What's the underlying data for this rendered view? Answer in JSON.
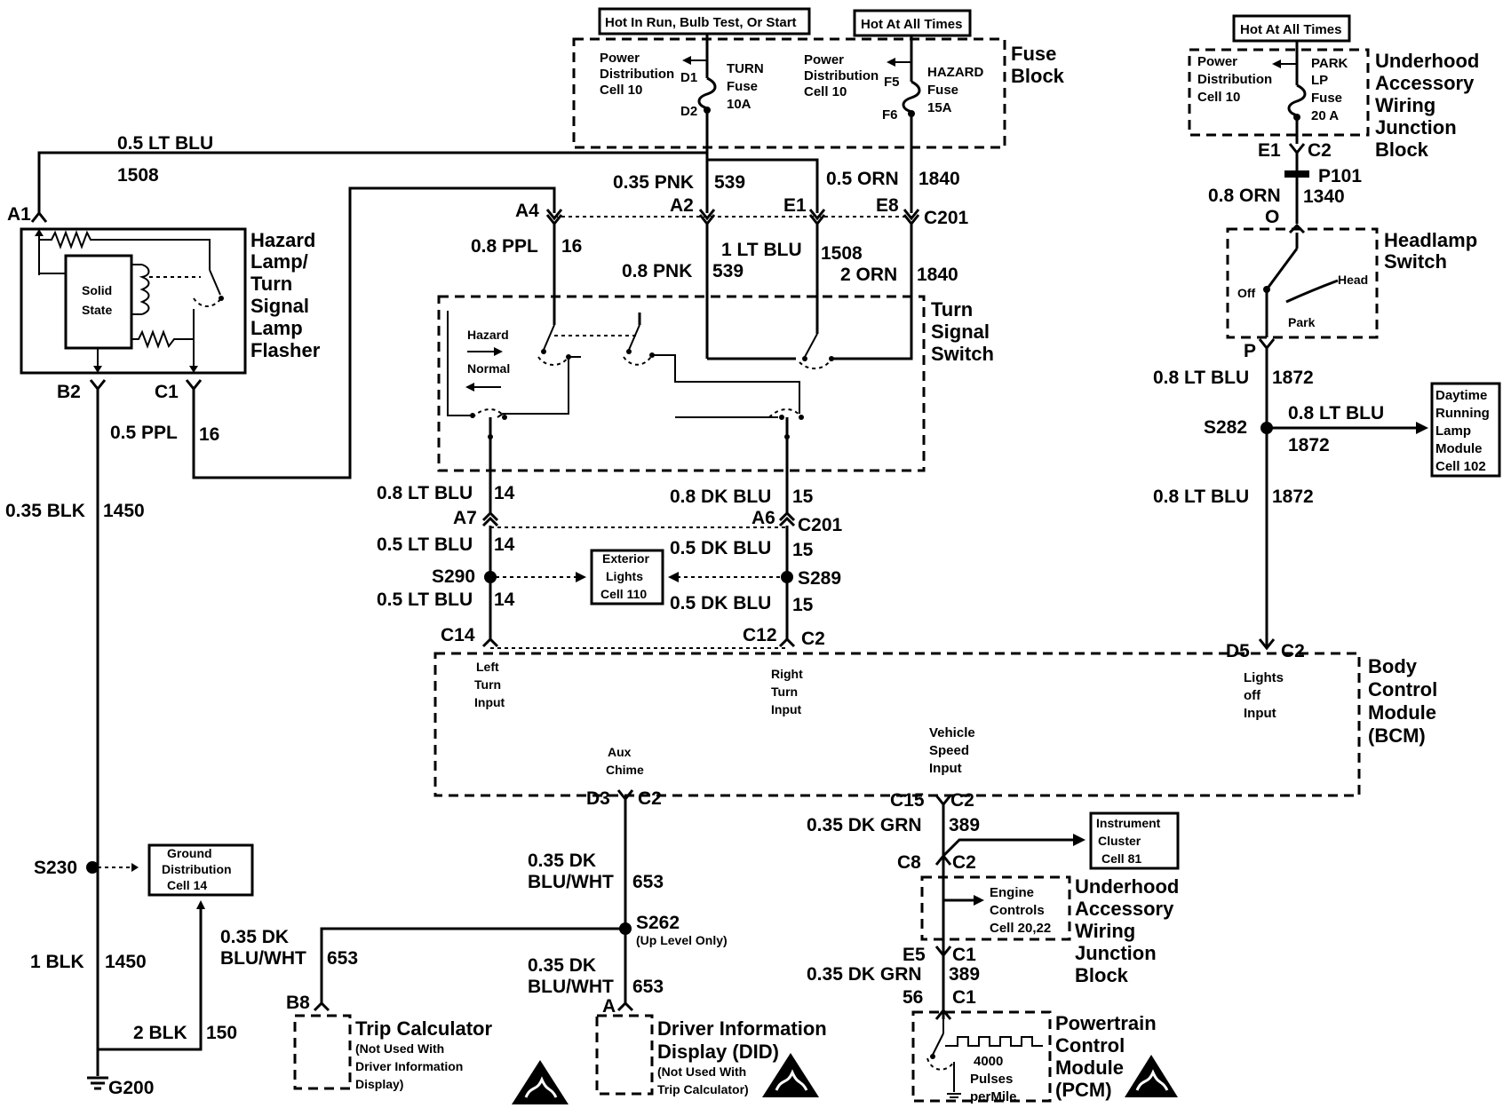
{
  "header": {
    "hot_run": "Hot In Run, Bulb Test, Or Start",
    "hot_all_1": "Hot At All Times",
    "hot_all_2": "Hot At All Times"
  },
  "fuse_block": {
    "title": [
      "Fuse",
      "Block"
    ],
    "pd_left": [
      "Power",
      "Distribution",
      "Cell 10"
    ],
    "pd_right": [
      "Power",
      "Distribution",
      "Cell 10"
    ],
    "turn_fuse": [
      "TURN",
      "Fuse",
      "10A"
    ],
    "hazard_fuse": [
      "HAZARD",
      "Fuse",
      "15A"
    ],
    "pins": {
      "d1": "D1",
      "d2": "D2",
      "f5": "F5",
      "f6": "F6"
    }
  },
  "underhood_block": {
    "title": [
      "Underhood",
      "Accessory",
      "Wiring",
      "Junction",
      "Block"
    ],
    "pd": [
      "Power",
      "Distribution",
      "Cell  10"
    ],
    "fuse": [
      "PARK",
      "LP",
      "Fuse",
      "20 A"
    ],
    "pin_e1": "E1",
    "conn_c2": "C2",
    "p101": "P101",
    "wire_orn": "0.8 ORN",
    "circuit_1340": "1340",
    "pin_o": "O"
  },
  "headlamp_switch": {
    "title": [
      "Headlamp",
      "Switch"
    ],
    "off": "Off",
    "park": "Park",
    "head": "Head",
    "pin_p": "P"
  },
  "drl": {
    "wire1": "0.8 LT BLU",
    "circ1": "1872",
    "splice": "S282",
    "wire2": "0.8 LT BLU",
    "circ2": "1872",
    "wire3": "0.8 LT BLU",
    "circ3": "1872",
    "module": [
      "Daytime",
      "Running",
      "Lamp",
      "Module",
      "Cell 102"
    ]
  },
  "flasher": {
    "title": [
      "Hazard",
      "Lamp/",
      "Turn",
      "Signal",
      "Lamp",
      "Flasher"
    ],
    "solid_state": [
      "Solid",
      "State"
    ],
    "pin_a1": "A1",
    "pin_b2": "B2",
    "pin_c1": "C1"
  },
  "wires": {
    "lt_blu_05": "0.5 LT BLU",
    "c1508": "1508",
    "pnk_035": "0.35 PNK",
    "c539": "539",
    "orn_05": "0.5 ORN",
    "c1840": "1840",
    "ppl_08": "0.8 PPL",
    "c16": "16",
    "lt_blu_1": "1 LT BLU",
    "c1508b": "1508",
    "pnk_08": "0.8 PNK",
    "c539b": "539",
    "orn_2": "2 ORN",
    "c1840b": "1840",
    "ppl_05": "0.5 PPL",
    "c16b": "16",
    "blk_035": "0.35 BLK",
    "c1450": "1450",
    "blk_1": "1 BLK",
    "c1450b": "1450",
    "blk_2": "2 BLK",
    "c150": "150"
  },
  "connectors": {
    "a4": "A4",
    "a2": "A2",
    "e1": "E1",
    "e8": "E8",
    "c201_top": "C201",
    "a7": "A7",
    "a6": "A6",
    "c201_mid": "C201",
    "c14": "C14",
    "c12": "C12",
    "c2": "C2"
  },
  "turn_switch": {
    "title": [
      "Turn",
      "Signal",
      "Switch"
    ],
    "hazard": "Hazard",
    "normal": "Normal"
  },
  "lower_left": {
    "wire_a": "0.8 LT BLU",
    "circ_a": "14",
    "wire_b": "0.5 LT BLU",
    "circ_b": "14",
    "splice": "S290",
    "wire_c": "0.5 LT BLU",
    "circ_c": "14"
  },
  "lower_right": {
    "wire_a": "0.8 DK BLU",
    "circ_a": "15",
    "wire_b": "0.5 DK BLU",
    "circ_b": "15",
    "splice": "S289",
    "wire_c": "0.5 DK BLU",
    "circ_c": "15"
  },
  "exterior_lights": [
    "Exterior",
    "Lights",
    "Cell 110"
  ],
  "bcm": {
    "title": [
      "Body",
      "Control",
      "Module",
      "(BCM)"
    ],
    "left_turn": [
      "Left",
      "Turn",
      "Input"
    ],
    "right_turn": [
      "Right",
      "Turn",
      "Input"
    ],
    "lights_off": [
      "Lights",
      "off",
      "Input"
    ],
    "vss": [
      "Vehicle",
      "Speed",
      "Input"
    ],
    "aux_chime": [
      "Aux",
      "Chime"
    ],
    "pin_d5": "D5",
    "conn_c2": "C2"
  },
  "chime": {
    "pin_d3": "D3",
    "conn_c2": "C2",
    "wire1": [
      "0.35 DK",
      "BLU/WHT"
    ],
    "circ1": "653",
    "splice": "S262",
    "splice_note": "(Up Level Only)",
    "wire2": [
      "0.35 DK",
      "BLU/WHT"
    ],
    "circ2": "653",
    "wire3": [
      "0.35 DK",
      "BLU/WHT"
    ],
    "circ3": "653",
    "pin_b8": "B8",
    "pin_a": "A"
  },
  "trip_calc": {
    "title": "Trip Calculator",
    "note": [
      "(Not Used With",
      "Driver Information",
      "Display)"
    ]
  },
  "did": {
    "title": [
      "Driver Information",
      "Display (DID)"
    ],
    "note": [
      "(Not Used With",
      "Trip Calculator)"
    ]
  },
  "vss": {
    "pin_c15": "C15",
    "conn_c2": "C2",
    "wire1": "0.35 DK GRN",
    "circ1": "389",
    "pin_c8": "C8",
    "conn_c2b": "C2",
    "cluster": [
      "Instrument",
      "Cluster",
      "Cell 81"
    ],
    "engine": [
      "Engine",
      "Controls",
      "Cell 20,22"
    ],
    "uh_title": [
      "Underhood",
      "Accessory",
      "Wiring",
      "Junction",
      "Block"
    ],
    "pin_e5": "E5",
    "conn_c1": "C1",
    "wire2": "0.35 DK GRN",
    "circ2": "389",
    "pin_56": "56",
    "conn_c1b": "C1"
  },
  "pcm": {
    "title": [
      "Powertrain",
      "Control",
      "Module",
      "(PCM)"
    ],
    "pulses": [
      "4000",
      "Pulses",
      "perMile"
    ]
  },
  "ground": {
    "splice": "S230",
    "ref": [
      "Ground",
      "Distribution",
      "Cell 14"
    ],
    "g200": "G200"
  }
}
